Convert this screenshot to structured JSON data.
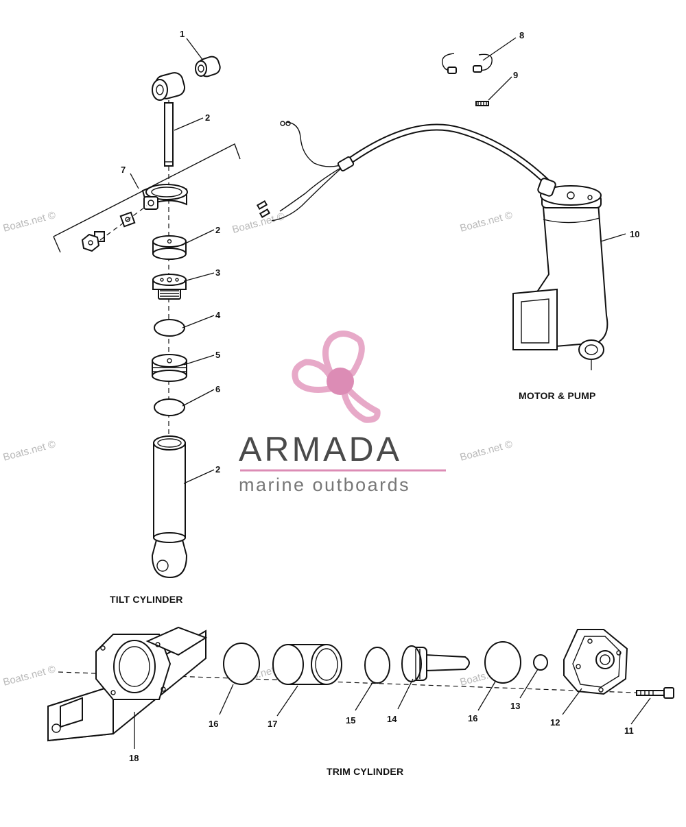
{
  "captions": {
    "motor_pump": "MOTOR & PUMP",
    "tilt_cylinder": "TILT CYLINDER",
    "trim_cylinder": "TRIM CYLINDER"
  },
  "callouts": {
    "c1": "1",
    "c2a": "2",
    "c2b": "2",
    "c2c": "2",
    "c3": "3",
    "c4": "4",
    "c5": "5",
    "c6": "6",
    "c7": "7",
    "c8": "8",
    "c9": "9",
    "c10": "10",
    "c11": "11",
    "c12": "12",
    "c13": "13",
    "c14": "14",
    "c15": "15",
    "c16a": "16",
    "c16b": "16",
    "c17": "17",
    "c18": "18"
  },
  "branding": {
    "name": "ARMADA",
    "tagline": "marine outboards",
    "watermark": "Boats.net ©",
    "logo_color": "#e7a9c8",
    "logo_accent": "#dc8cb5"
  }
}
